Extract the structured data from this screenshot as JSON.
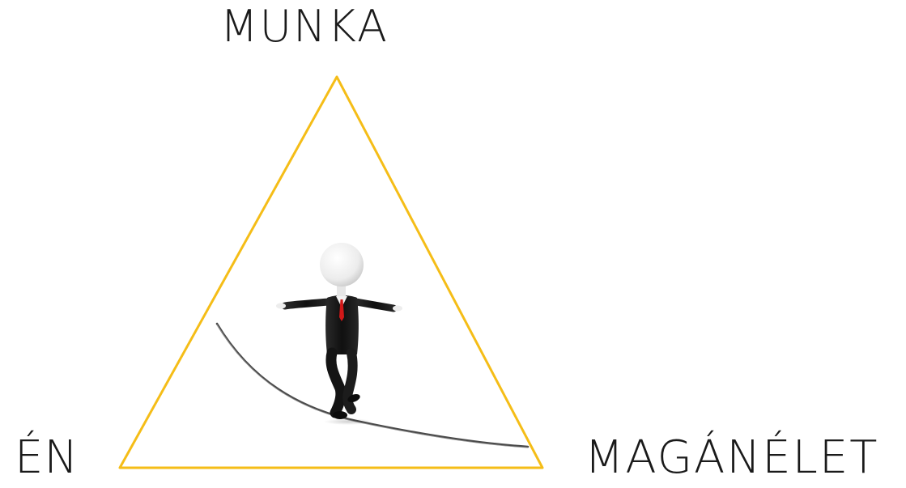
{
  "labels": {
    "top": "MUNKA",
    "bottom_left": "ÉN",
    "bottom_right": "MAGÁNÉLET"
  },
  "colors": {
    "triangle": "#f5bd17",
    "rope": "#555555",
    "suit": "#141414",
    "tie": "#d01818",
    "head": "#f4f4f4"
  },
  "illustration": {
    "subject": "figure-balancing-on-rope-icon"
  }
}
